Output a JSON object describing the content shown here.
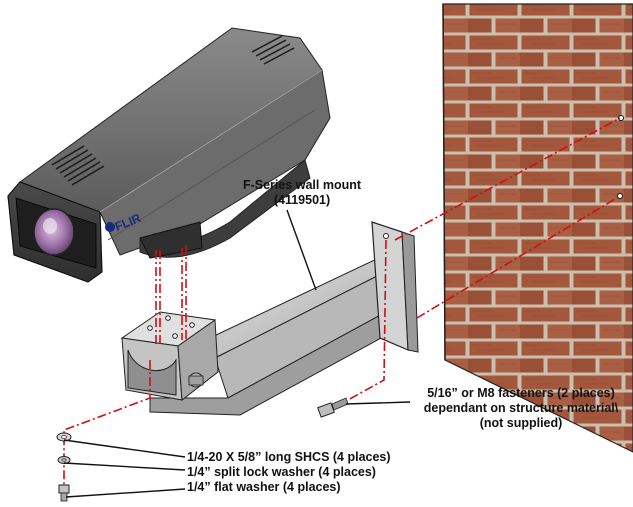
{
  "callouts": {
    "wall_mount": {
      "name": "F-Series wall mount",
      "part_number": "(4119501)"
    },
    "fasteners": {
      "line1": "5/16” or M8 fasteners (2 places)",
      "line2": "dependant on structure material\\",
      "line3": "(not supplied)"
    },
    "hardware": {
      "screws": "1/4-20 X 5/8” long SHCS (4 places)",
      "lock_washer": "1/4” split lock washer (4 places)",
      "flat_washer": "1/4” flat washer (4 places)"
    }
  },
  "camera": {
    "brand_logo": "FLIR"
  },
  "colors": {
    "assembly_line": "#cc1111",
    "leader_line": "#111111",
    "brick": "#a3573c",
    "mortar": "#cbbfae",
    "mount_metal": "#c9c9c9",
    "camera_body": "#5a5a5a",
    "lens_glass": "#9c6fa6"
  }
}
